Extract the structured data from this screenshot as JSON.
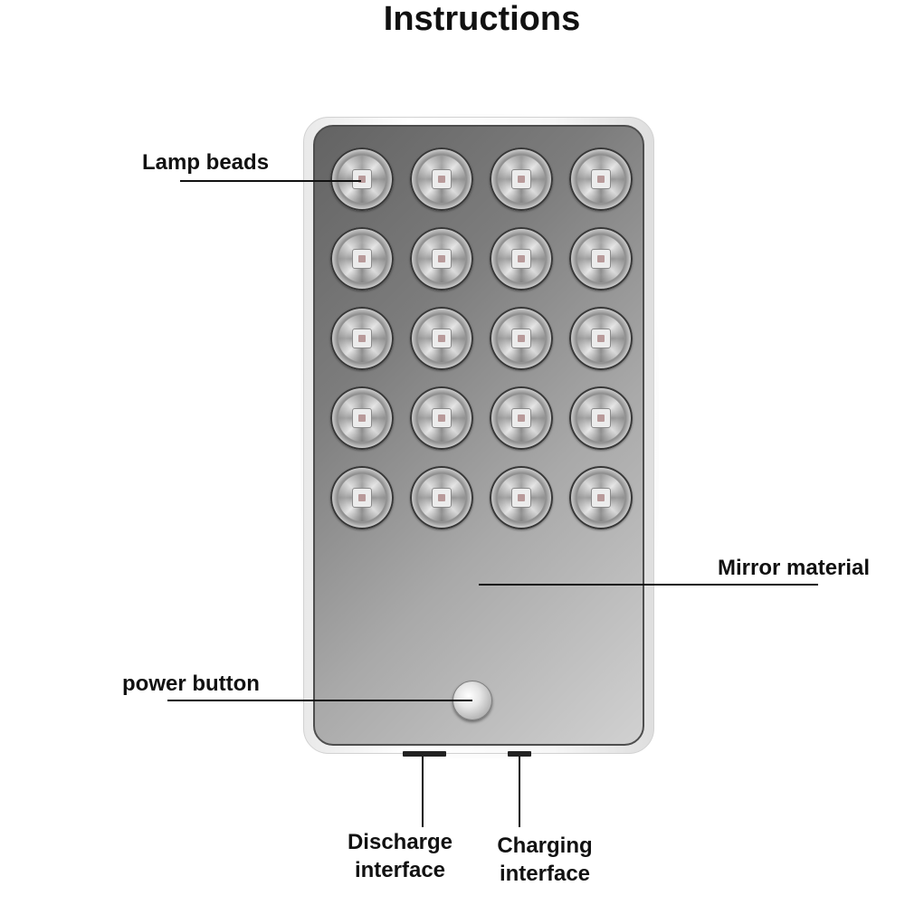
{
  "title": "Instructions",
  "labels": {
    "lamp_beads": "Lamp beads",
    "mirror_material": "Mirror material",
    "power_button": "power button",
    "discharge_line1": "Discharge",
    "discharge_line2": "interface",
    "charging_line1": "Charging",
    "charging_line2": "interface"
  },
  "bead_grid": {
    "rows": 5,
    "columns": 4
  },
  "colors": {
    "text": "#111111",
    "device_frame": "#f2f2f2",
    "mirror_face": "#8a8a8a",
    "leader_line": "#111111"
  }
}
